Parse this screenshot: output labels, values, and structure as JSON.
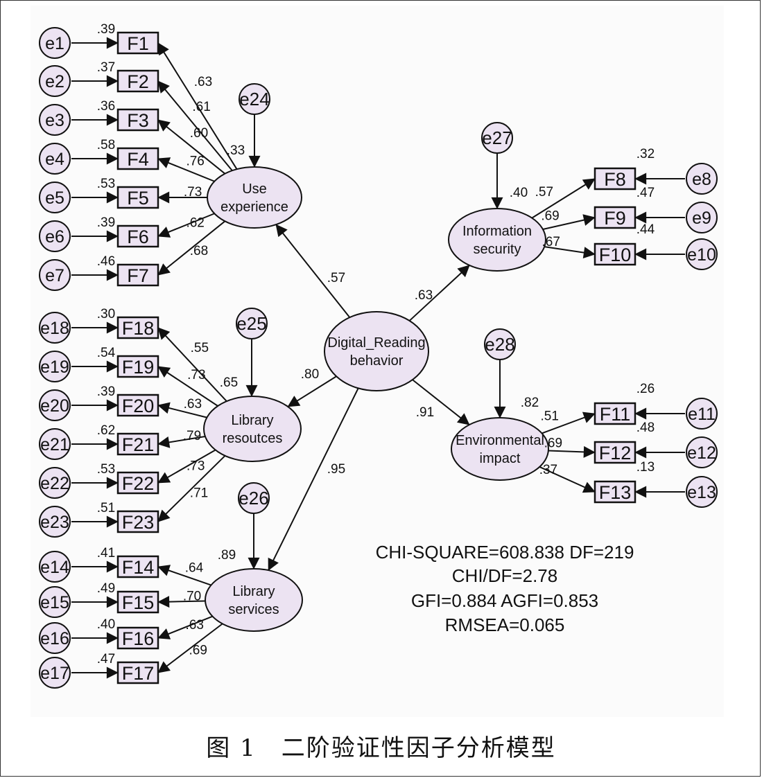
{
  "caption": "图 1　二阶验证性因子分析模型",
  "fit_stats": {
    "line1": "CHI-SQUARE=608.838 DF=219",
    "line2": "CHI/DF=2.78",
    "line3": "GFI=0.884 AGFI=0.853",
    "line4": "RMSEA=0.065"
  },
  "colors": {
    "node_fill": "#ece3f2",
    "box_fill": "#ece3f2",
    "stroke": "#111111",
    "background": "#fbfbfb"
  },
  "second_order": {
    "id": "digital",
    "lines": [
      "Digital_Reading",
      "behavior"
    ]
  },
  "factors": [
    {
      "id": "use",
      "lines": [
        "Use",
        "experience"
      ],
      "err": "e24",
      "r2": ".33",
      "path": ".57"
    },
    {
      "id": "lib",
      "lines": [
        "Library",
        "resoutces"
      ],
      "err": "e25",
      "r2": ".65",
      "path": ".80"
    },
    {
      "id": "svc",
      "lines": [
        "Library",
        "services"
      ],
      "err": "e26",
      "r2": ".89",
      "path": ".95"
    },
    {
      "id": "info",
      "lines": [
        "Information",
        "security"
      ],
      "err": "e27",
      "r2": ".40",
      "path": ".63"
    },
    {
      "id": "env",
      "lines": [
        "Environmental",
        "impact"
      ],
      "err": "e28",
      "r2": ".82",
      "path": ".91"
    }
  ],
  "indicators": [
    {
      "f": "F1",
      "e": "e1",
      "r2": ".39",
      "load": ".63",
      "factor": "use"
    },
    {
      "f": "F2",
      "e": "e2",
      "r2": ".37",
      "load": ".61",
      "factor": "use"
    },
    {
      "f": "F3",
      "e": "e3",
      "r2": ".36",
      "load": ".60",
      "factor": "use"
    },
    {
      "f": "F4",
      "e": "e4",
      "r2": ".58",
      "load": ".76",
      "factor": "use"
    },
    {
      "f": "F5",
      "e": "e5",
      "r2": ".53",
      "load": ".73",
      "factor": "use"
    },
    {
      "f": "F6",
      "e": "e6",
      "r2": ".39",
      "load": ".62",
      "factor": "use"
    },
    {
      "f": "F7",
      "e": "e7",
      "r2": ".46",
      "load": ".68",
      "factor": "use"
    },
    {
      "f": "F18",
      "e": "e18",
      "r2": ".30",
      "load": ".55",
      "factor": "lib"
    },
    {
      "f": "F19",
      "e": "e19",
      "r2": ".54",
      "load": ".73",
      "factor": "lib"
    },
    {
      "f": "F20",
      "e": "e20",
      "r2": ".39",
      "load": ".63",
      "factor": "lib"
    },
    {
      "f": "F21",
      "e": "e21",
      "r2": ".62",
      "load": ".79",
      "factor": "lib"
    },
    {
      "f": "F22",
      "e": "e22",
      "r2": ".53",
      "load": ".73",
      "factor": "lib"
    },
    {
      "f": "F23",
      "e": "e23",
      "r2": ".51",
      "load": ".71",
      "factor": "lib"
    },
    {
      "f": "F14",
      "e": "e14",
      "r2": ".41",
      "load": ".64",
      "factor": "svc"
    },
    {
      "f": "F15",
      "e": "e15",
      "r2": ".49",
      "load": ".70",
      "factor": "svc"
    },
    {
      "f": "F16",
      "e": "e16",
      "r2": ".40",
      "load": ".63",
      "factor": "svc"
    },
    {
      "f": "F17",
      "e": "e17",
      "r2": ".47",
      "load": ".69",
      "factor": "svc"
    },
    {
      "f": "F8",
      "e": "e8",
      "r2": ".32",
      "load": ".57",
      "factor": "info"
    },
    {
      "f": "F9",
      "e": "e9",
      "r2": ".47",
      "load": ".69",
      "factor": "info"
    },
    {
      "f": "F10",
      "e": "e10",
      "r2": ".44",
      "load": ".67",
      "factor": "info"
    },
    {
      "f": "F11",
      "e": "e11",
      "r2": ".26",
      "load": ".51",
      "factor": "env"
    },
    {
      "f": "F12",
      "e": "e12",
      "r2": ".48",
      "load": ".69",
      "factor": "env"
    },
    {
      "f": "F13",
      "e": "e13",
      "r2": ".13",
      "load": ".37",
      "factor": "env"
    }
  ]
}
